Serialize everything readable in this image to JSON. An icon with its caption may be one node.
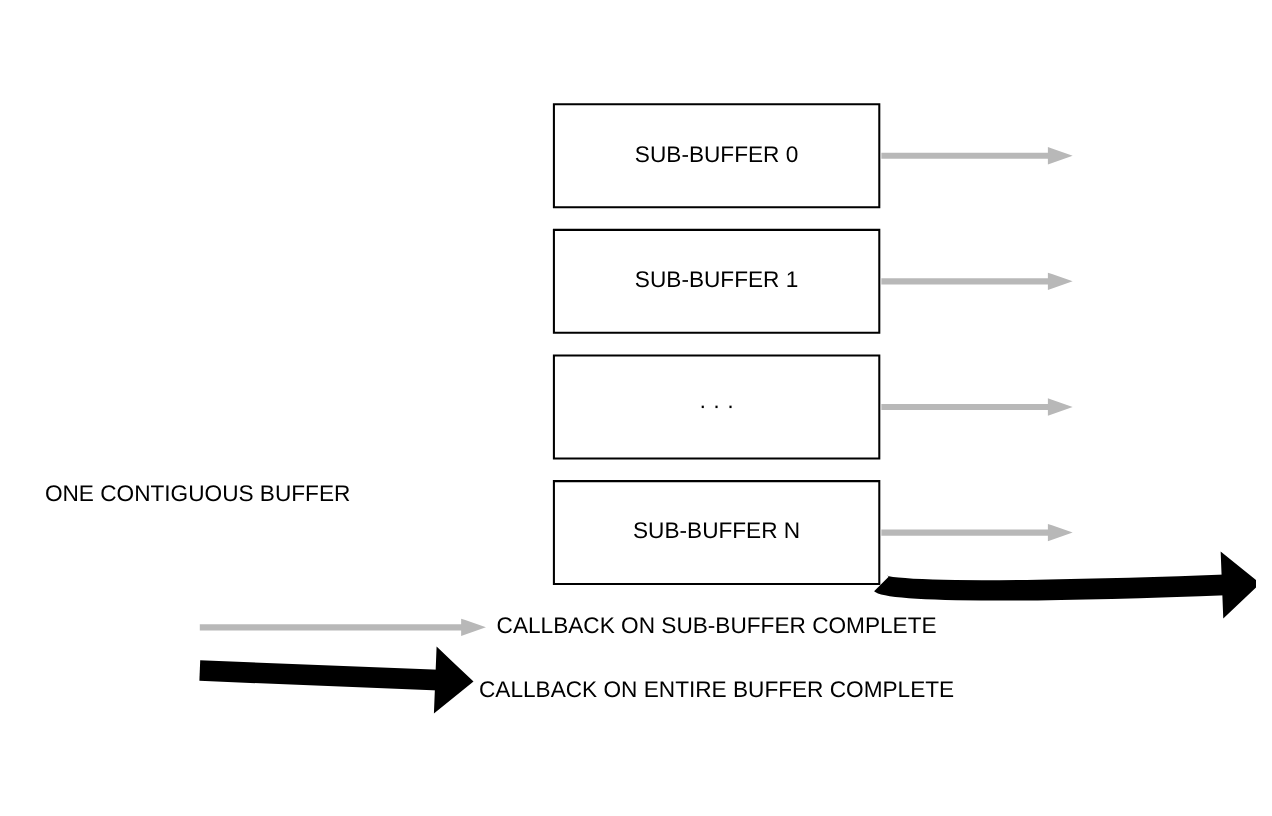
{
  "diagram": {
    "nodes": [
      {
        "text": [
          "SUB-BUFFER 0"
        ]
      },
      {
        "text": [
          "SUB-BUFFER 1"
        ]
      },
      {
        "text": [
          "· · ·"
        ]
      },
      {
        "text": [
          "SUB-BUFFER N"
        ]
      }
    ],
    "edges": [
      {
        "from": 0,
        "to": null,
        "arrow": "to"
      },
      {
        "from": 1,
        "to": null,
        "arrow": "to"
      },
      {
        "from": 2,
        "to": null,
        "arrow": "to"
      },
      {
        "from": 3,
        "to": null,
        "arrow": "to",
        "style": "thick",
        "color": "#000000"
      },
      {
        "from": 3,
        "to": null,
        "arrow": "to"
      }
    ],
    "labels": [
      "ONE CONTIGUOUS BUFFER"
    ],
    "legend": [
      {
        "text": "CALLBACK ON SUB-BUFFER COMPLETE"
      },
      {
        "text": "CALLBACK ON ENTIRE BUFFER COMPLETE"
      }
    ]
  }
}
